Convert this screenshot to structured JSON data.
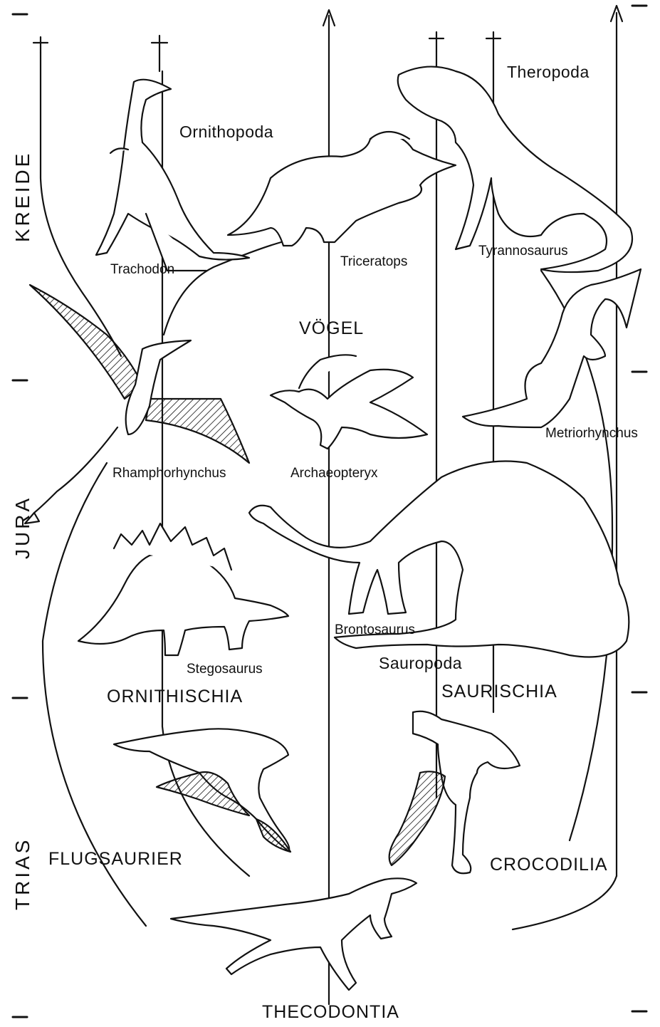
{
  "periods": {
    "kreide": "KREIDE",
    "jura": "JURA",
    "trias": "TRIAS"
  },
  "groups": {
    "ornithopoda": "Ornithopoda",
    "theropoda": "Theropoda",
    "voegel": "VÖGEL",
    "ornithischia": "ORNITHISCHIA",
    "saurischia": "SAURISCHIA",
    "sauropoda": "Sauropoda",
    "flugsaurier": "FLUGSAURIER",
    "crocodilia": "CROCODILIA",
    "thecodontia": "THECODONTIA"
  },
  "species": {
    "trachodon": "Trachodon",
    "triceratops": "Triceratops",
    "tyrannosaurus": "Tyrannosaurus",
    "rhamphorhynchus": "Rhamphorhynchus",
    "archaeopteryx": "Archaeopteryx",
    "metriorhynchus": "Metriorhynchus",
    "brontosaurus": "Brontosaurus",
    "stegosaurus": "Stegosaurus"
  }
}
